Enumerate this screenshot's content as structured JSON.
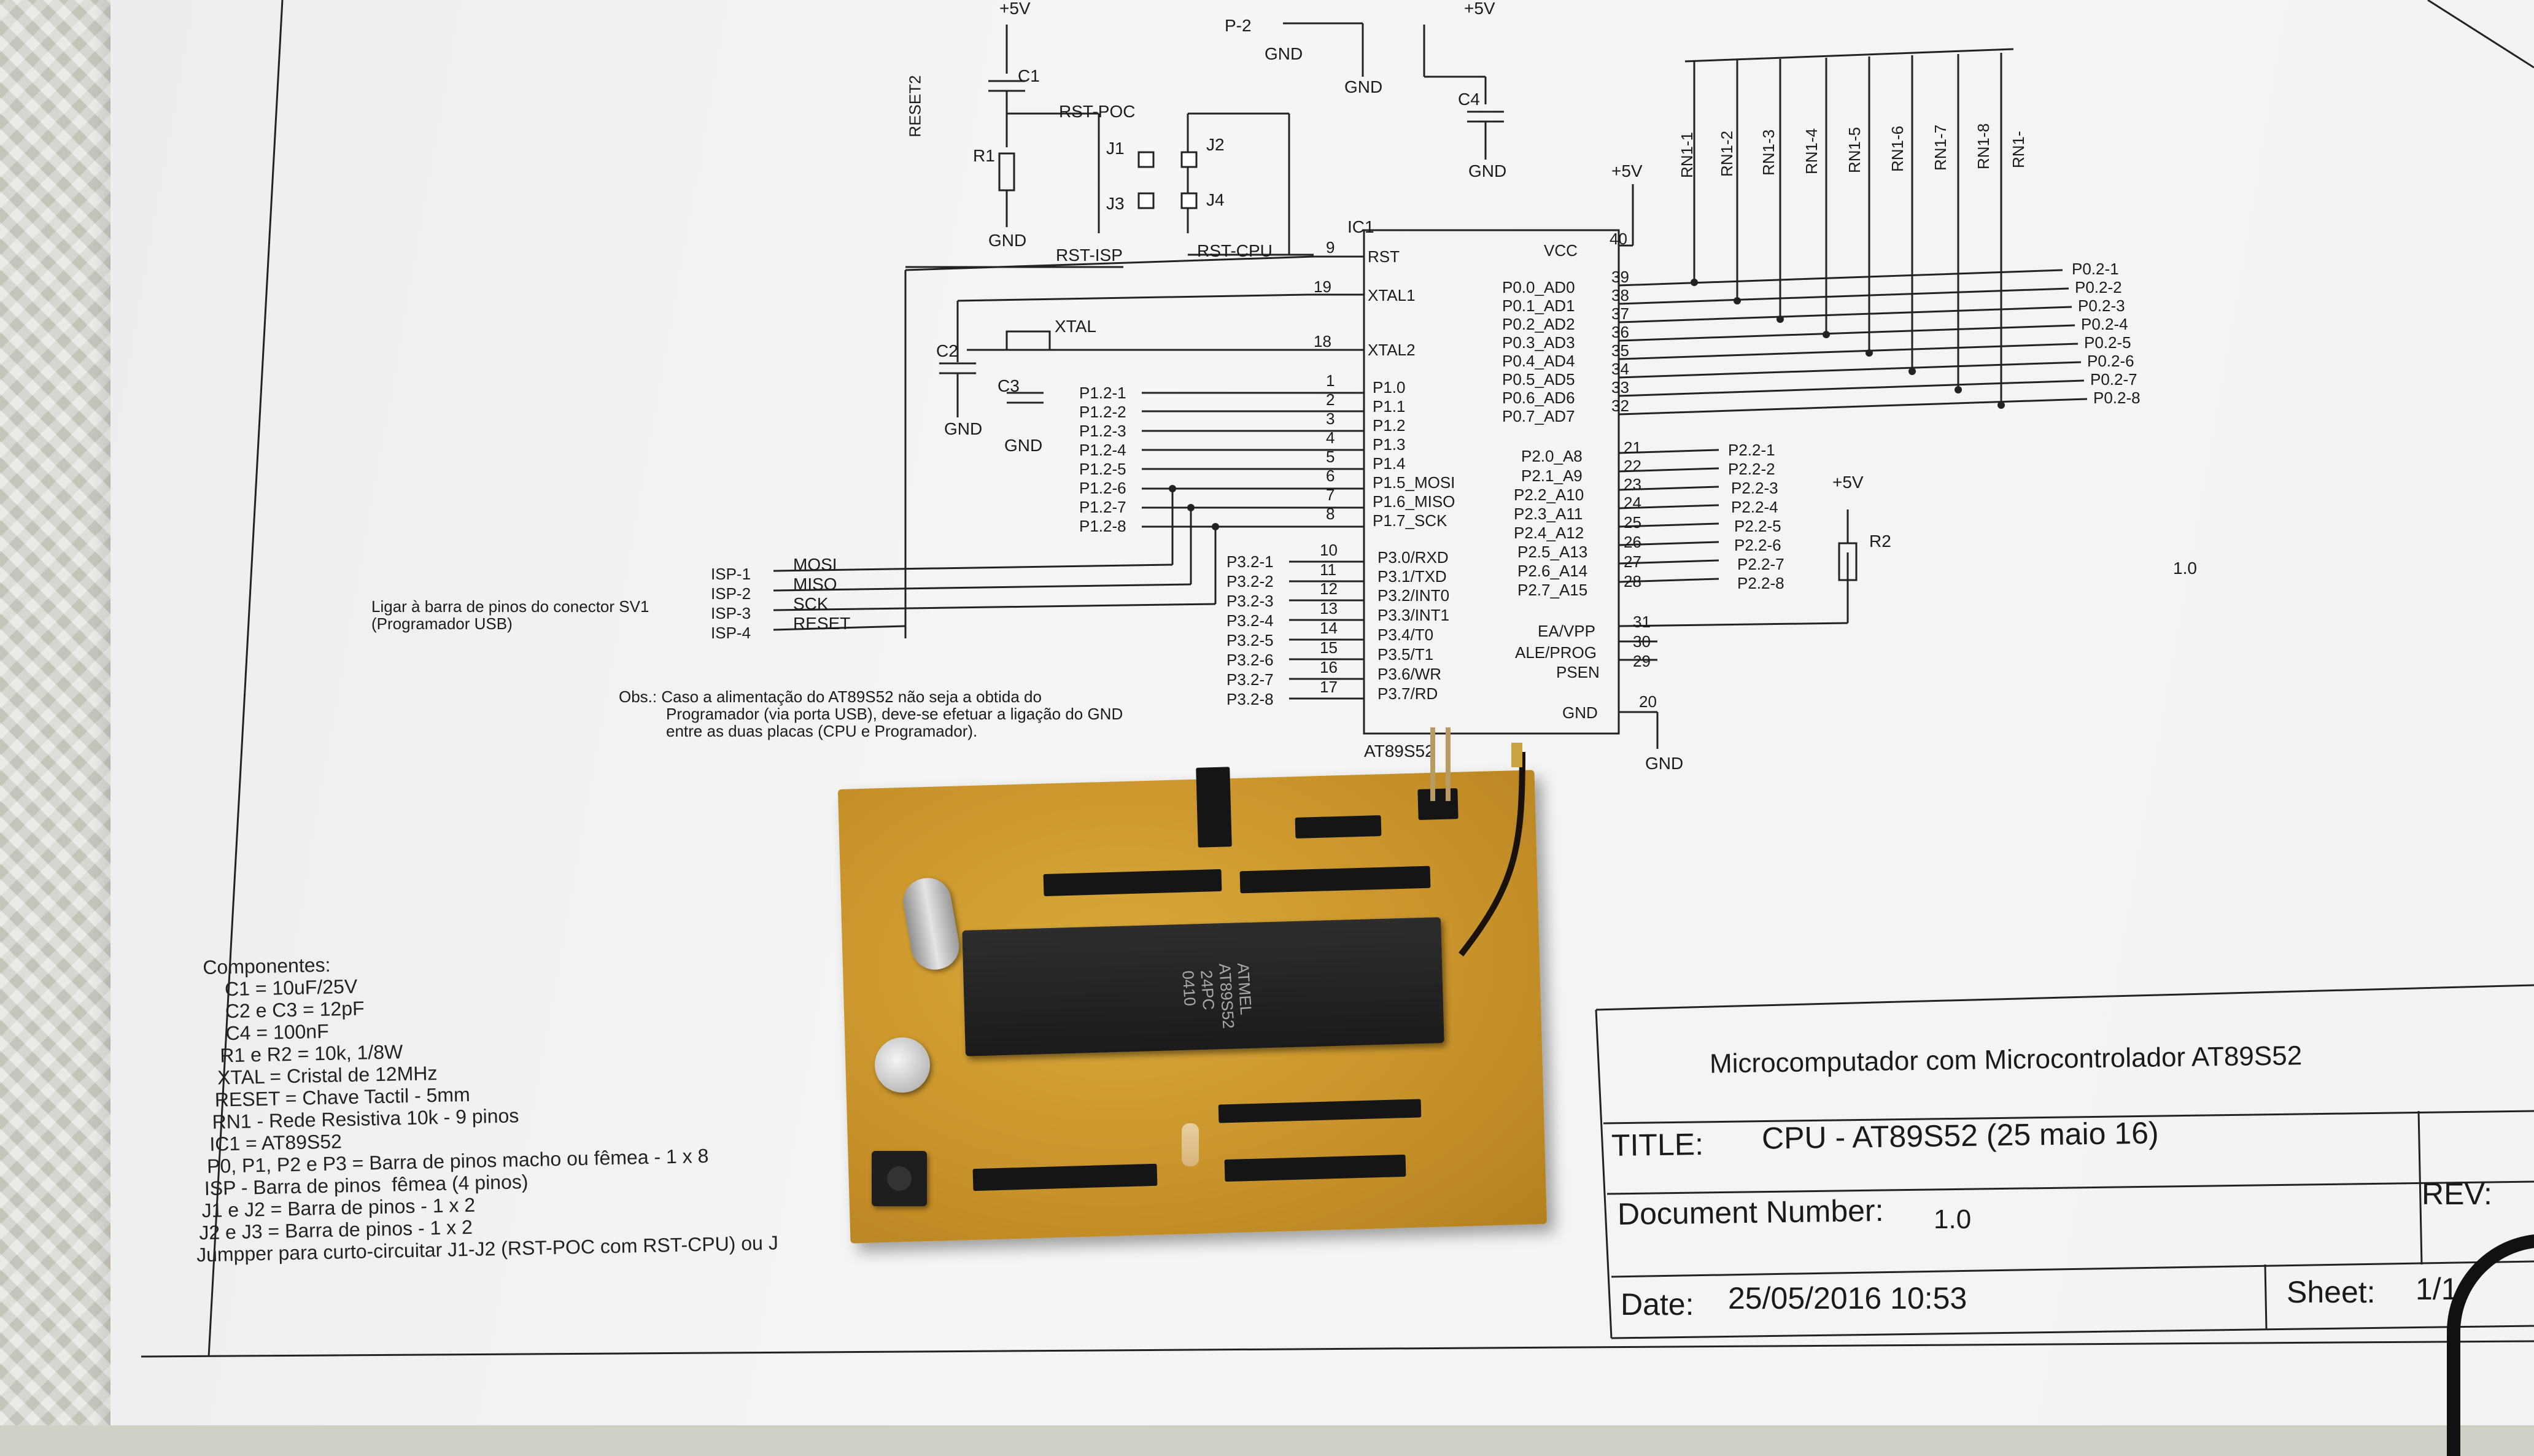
{
  "schematic": {
    "power": {
      "plus5v": "+5V",
      "gnd": "GND"
    },
    "reset_section": {
      "reset": "RESET2",
      "c1": "C1",
      "r1": "R1",
      "rst_poc": "RST-POC",
      "rst_isp": "RST-ISP",
      "rst_cpu": "RST-CPU",
      "jumpers": [
        "J1",
        "J2",
        "J3",
        "J4"
      ]
    },
    "p2_label": "P-2",
    "c4": "C4",
    "crystal_section": {
      "xtal": "XTAL",
      "c2": "C2",
      "c3": "C3"
    },
    "ic": {
      "ref": "IC1",
      "part": "AT89S52",
      "left_pins": [
        {
          "num": "9",
          "name": "RST"
        },
        {
          "num": "19",
          "name": "XTAL1"
        },
        {
          "num": "18",
          "name": "XTAL2"
        },
        {
          "num": "1",
          "name": "P1.0"
        },
        {
          "num": "2",
          "name": "P1.1"
        },
        {
          "num": "3",
          "name": "P1.2"
        },
        {
          "num": "4",
          "name": "P1.3"
        },
        {
          "num": "5",
          "name": "P1.4"
        },
        {
          "num": "6",
          "name": "P1.5_MOSI"
        },
        {
          "num": "7",
          "name": "P1.6_MISO"
        },
        {
          "num": "8",
          "name": "P1.7_SCK"
        },
        {
          "num": "10",
          "name": "P3.0/RXD"
        },
        {
          "num": "11",
          "name": "P3.1/TXD"
        },
        {
          "num": "12",
          "name": "P3.2/INT0"
        },
        {
          "num": "13",
          "name": "P3.3/INT1"
        },
        {
          "num": "14",
          "name": "P3.4/T0"
        },
        {
          "num": "15",
          "name": "P3.5/T1"
        },
        {
          "num": "16",
          "name": "P3.6/WR"
        },
        {
          "num": "17",
          "name": "P3.7/RD"
        }
      ],
      "right_pins": [
        {
          "num": "40",
          "name": "VCC"
        },
        {
          "num": "39",
          "name": "P0.0_AD0"
        },
        {
          "num": "38",
          "name": "P0.1_AD1"
        },
        {
          "num": "37",
          "name": "P0.2_AD2"
        },
        {
          "num": "36",
          "name": "P0.3_AD3"
        },
        {
          "num": "35",
          "name": "P0.4_AD4"
        },
        {
          "num": "34",
          "name": "P0.5_AD5"
        },
        {
          "num": "33",
          "name": "P0.6_AD6"
        },
        {
          "num": "32",
          "name": "P0.7_AD7"
        },
        {
          "num": "21",
          "name": "P2.0_A8"
        },
        {
          "num": "22",
          "name": "P2.1_A9"
        },
        {
          "num": "23",
          "name": "P2.2_A10"
        },
        {
          "num": "24",
          "name": "P2.3_A11"
        },
        {
          "num": "25",
          "name": "P2.4_A12"
        },
        {
          "num": "26",
          "name": "P2.5_A13"
        },
        {
          "num": "27",
          "name": "P2.6_A14"
        },
        {
          "num": "28",
          "name": "P2.7_A15"
        },
        {
          "num": "31",
          "name": "EA/VPP"
        },
        {
          "num": "30",
          "name": "ALE/PROG"
        },
        {
          "num": "29",
          "name": "PSEN"
        },
        {
          "num": "20",
          "name": "GND"
        }
      ]
    },
    "p1_labels": [
      "P1.2-1",
      "P1.2-2",
      "P1.2-3",
      "P1.2-4",
      "P1.2-5",
      "P1.2-6",
      "P1.2-7",
      "P1.2-8"
    ],
    "p3_labels": [
      "P3.2-1",
      "P3.2-2",
      "P3.2-3",
      "P3.2-4",
      "P3.2-5",
      "P3.2-6",
      "P3.2-7",
      "P3.2-8"
    ],
    "p0_labels": [
      "P0.2-1",
      "P0.2-2",
      "P0.2-3",
      "P0.2-4",
      "P0.2-5",
      "P0.2-6",
      "P0.2-7",
      "P0.2-8"
    ],
    "p2_labels": [
      "P2.2-1",
      "P2.2-2",
      "P2.2-3",
      "P2.2-4",
      "P2.2-5",
      "P2.2-6",
      "P2.2-7",
      "P2.2-8"
    ],
    "rn_labels": [
      "RN1-1",
      "RN1-2",
      "RN1-3",
      "RN1-4",
      "RN1-5",
      "RN1-6",
      "RN1-7",
      "RN1-8",
      "RN1-"
    ],
    "isp": {
      "labels": [
        "ISP-1",
        "ISP-2",
        "ISP-3",
        "ISP-4"
      ],
      "signals": [
        "MOSI",
        "MISO",
        "SCK",
        "RESET"
      ],
      "note1": "Ligar à barra de pinos do conector SV1",
      "note2": "(Programador USB)"
    },
    "r2": "R2",
    "obs": {
      "line1": "Obs.: Caso a alimentação do AT89S52 não seja a obtida do",
      "line2": "Programador (via porta USB), deve-se efetuar a ligação do GND",
      "line3": "entre as duas placas (CPU e Programador)."
    },
    "side_version": "1.0"
  },
  "components": {
    "heading": "Componentes:",
    "items": [
      "C1 = 10uF/25V",
      "C2 e C3 = 12pF",
      "C4 = 100nF",
      "R1 e R2 = 10k, 1/8W",
      "XTAL = Cristal de 12MHz",
      "RESET = Chave Tactil - 5mm",
      "RN1 - Rede Resistiva 10k - 9 pinos",
      "IC1 = AT89S52",
      "P0, P1, P2 e P3 = Barra de pinos macho ou fêmea - 1 x 8",
      "ISP - Barra de pinos  fêmea (4 pinos)",
      "J1 e J2 = Barra de pinos - 1 x 2",
      "J2 e J3 = Barra de pinos - 1 x 2",
      "Jumpper para curto-circuitar J1-J2 (RST-POC com RST-CPU) ou J"
    ]
  },
  "title_block": {
    "project": "Microcomputador com Microcontrolador AT89S52",
    "title_label": "TITLE:",
    "title_value": "CPU - AT89S52 (25 maio 16)",
    "docnum_label": "Document Number:",
    "docnum_value": "1.0",
    "rev_label": "REV:",
    "date_label": "Date:",
    "date_value": "25/05/2016 10:53",
    "sheet_label": "Sheet:",
    "sheet_value": "1/1"
  },
  "board": {
    "chip_logo": "ATMEL",
    "chip_part": "AT89S52",
    "chip_code": "24PC",
    "chip_date": "0410"
  },
  "colors": {
    "paper": "#f2f3f2",
    "ink": "#1b1b1b",
    "pcb": "#c8922a",
    "chip": "#1f1f1f"
  }
}
